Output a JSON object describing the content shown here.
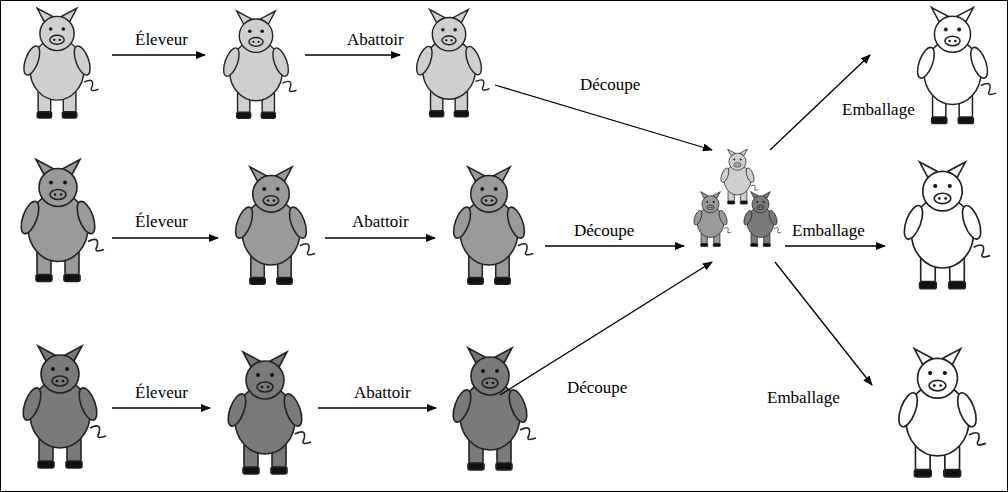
{
  "diagram": {
    "labels": [
      "Éleveur",
      "Abattoir",
      "Découpe",
      "Emballage",
      "Éleveur",
      "Abattoir",
      "Découpe",
      "Emballage",
      "Éleveur",
      "Abattoir",
      "Découpe",
      "Emballage"
    ]
  }
}
